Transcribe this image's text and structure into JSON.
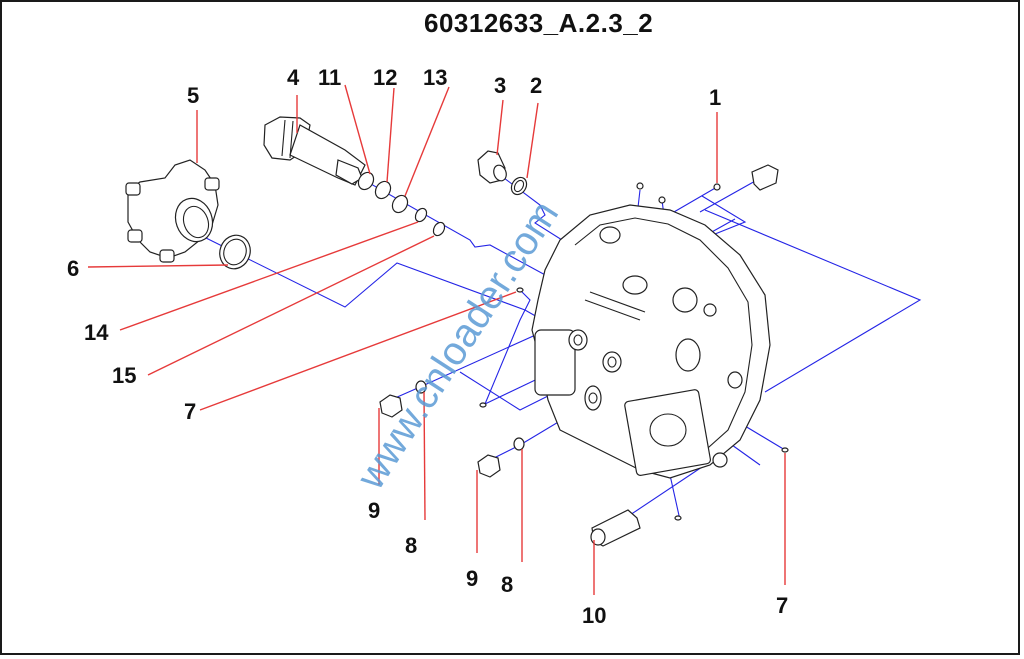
{
  "diagram": {
    "title": "60312633_A.2.3_2",
    "watermark": "www.cnloader.com",
    "colors": {
      "leader_lines": "#e63a3a",
      "assembly_axes": "#2424e6",
      "outline": "#222222",
      "watermark": "#5b9bd5"
    },
    "callouts": [
      {
        "id": "c1",
        "label": "1"
      },
      {
        "id": "c2",
        "label": "2"
      },
      {
        "id": "c3",
        "label": "3"
      },
      {
        "id": "c4",
        "label": "4"
      },
      {
        "id": "c5",
        "label": "5"
      },
      {
        "id": "c6",
        "label": "6"
      },
      {
        "id": "c7a",
        "label": "7"
      },
      {
        "id": "c7b",
        "label": "7"
      },
      {
        "id": "c8a",
        "label": "8"
      },
      {
        "id": "c8b",
        "label": "8"
      },
      {
        "id": "c9a",
        "label": "9"
      },
      {
        "id": "c9b",
        "label": "9"
      },
      {
        "id": "c10",
        "label": "10"
      },
      {
        "id": "c11",
        "label": "11"
      },
      {
        "id": "c12",
        "label": "12"
      },
      {
        "id": "c13",
        "label": "13"
      },
      {
        "id": "c14",
        "label": "14"
      },
      {
        "id": "c15",
        "label": "15"
      }
    ]
  }
}
